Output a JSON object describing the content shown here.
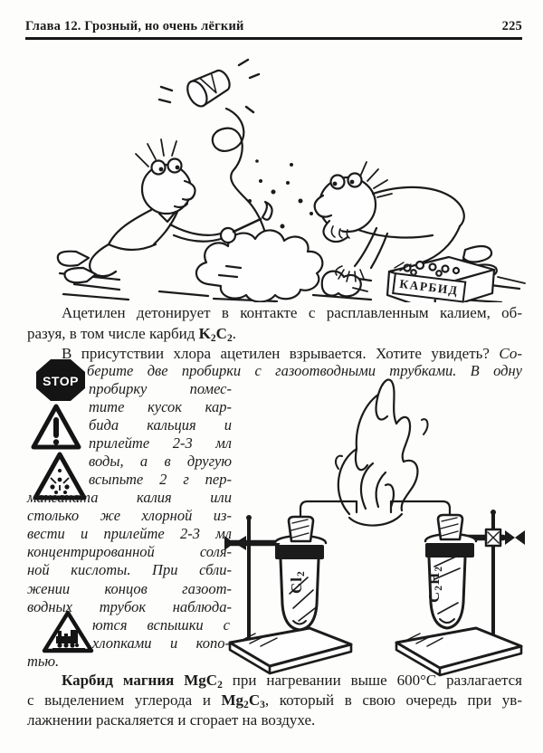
{
  "header": {
    "chapter_title": "Глава 12. Грозный, но очень лёгкий",
    "page_number": "225"
  },
  "cartoon": {
    "carbide_box_label": "КАРБИД"
  },
  "margin_icons": {
    "stop_label": "STOP",
    "warning_mark": "!"
  },
  "para_acetylene": {
    "line1": "Ацетилен детонирует в контакте с расплавленным калием, об-",
    "line2_text": "разуя, в том числе карбид ",
    "line2_formula": "K2C2",
    "line2_end": "."
  },
  "para_chlorine": {
    "normal": "В присутствии хлора ацетилен взрывается. Хотите увидеть? ",
    "italic": "Со-"
  },
  "experiment": {
    "full_line": "берите две пробирки с газоотводными трубками. В одну",
    "narrow_lines": [
      "пробирку помес-",
      "тите кусок кар-",
      "бида кальция и",
      "прилейте 2-3 мл",
      "воды, а в другую",
      "всыпьте 2 г пер-"
    ],
    "wide_lines": [
      "манганата калия или",
      "столько же хлорной из-",
      "вести и прилейте 2-3 мл",
      "концентрированной соля-",
      "ной кислоты. При сбли-",
      "жении концов газоот-",
      "водных трубок наблюда-"
    ],
    "narrow_lines_2": [
      "ются вспышки с",
      "хлопками и копо-"
    ],
    "tail": "тью."
  },
  "apparatus": {
    "left_tube_label": "Cl2",
    "right_tube_label": "C2H2"
  },
  "para_magnesium": {
    "bold_lead": "Карбид магния ",
    "formula_1": "MgC2",
    "line1_rest": " при нагревании выше 600°C разлагается",
    "line2_start": "с выделением углерода и ",
    "formula_2": "Mg2C3",
    "line2_rest": ", который в свою очередь при ув-",
    "line3": "лажнении раскаляется и сгорает на воздухе."
  }
}
